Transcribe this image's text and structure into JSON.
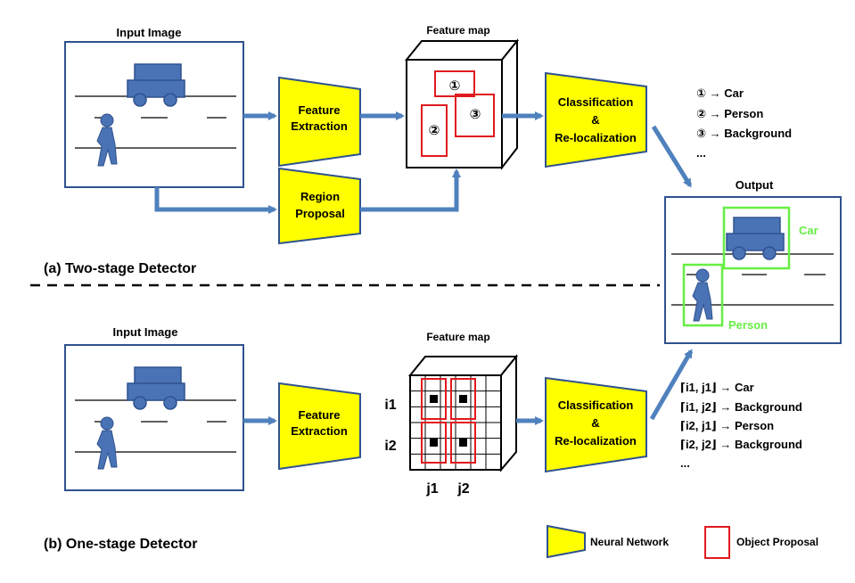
{
  "two_stage": {
    "input_title": "Input Image",
    "feature_extraction": [
      "Feature",
      "Extraction"
    ],
    "region_proposal": [
      "Region",
      "Proposal"
    ],
    "feature_map_title": "Feature map",
    "proposal_marks": [
      "①",
      "②",
      "③"
    ],
    "classification": [
      "Classification",
      "&",
      "Re-localization"
    ],
    "results": [
      "① → Car",
      "② → Person",
      "③ → Background",
      "..."
    ],
    "caption": "(a) Two-stage Detector"
  },
  "output": {
    "title": "Output",
    "car_label": "Car",
    "person_label": "Person"
  },
  "one_stage": {
    "input_title": "Input Image",
    "feature_extraction": [
      "Feature",
      "Extraction"
    ],
    "feature_map_title": "Feature map",
    "row_labels": [
      "i1",
      "i2"
    ],
    "col_labels": [
      "j1",
      "j2"
    ],
    "classification": [
      "Classification",
      "&",
      "Re-localization"
    ],
    "results": [
      "⌈i1, j1⌋ → Car",
      "⌈i1, j2⌋ → Background",
      "⌈i2, j1⌋ → Person",
      "⌈i2, j2⌋ → Background",
      "..."
    ],
    "caption": "(b) One-stage Detector"
  },
  "legend": {
    "neural_network": "Neural Network",
    "object_proposal": "Object Proposal"
  },
  "colors": {
    "network_fill": "#ffff00",
    "object_blue": "#4a73b5",
    "proposal_red": "#e0191e",
    "detection_green": "#66ee44",
    "arrow_blue": "#4f81bd"
  }
}
